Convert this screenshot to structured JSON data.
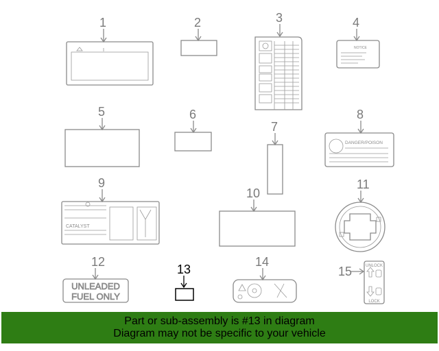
{
  "diagram": {
    "highlighted_part": "13",
    "callouts": [
      "1",
      "2",
      "3",
      "4",
      "5",
      "6",
      "7",
      "8",
      "9",
      "10",
      "11",
      "12",
      "13",
      "14",
      "15"
    ],
    "label_texts": {
      "notice_title": "NOTICE",
      "danger_poison": "DANGER/POISON",
      "catalyst": "CATALYST",
      "unleaded_line1": "UNLEADED",
      "unleaded_line2": "FUEL ONLY",
      "unlock": "UNLOCK",
      "lock": "LOCK"
    }
  },
  "banner": {
    "line1": "Part or sub-assembly is #13 in diagram",
    "line2": "Diagram may not be specific to your vehicle"
  },
  "colors": {
    "banner_bg": "#2e7d14",
    "diagram_lines": "#8a8a8a",
    "highlight": "#000000"
  }
}
